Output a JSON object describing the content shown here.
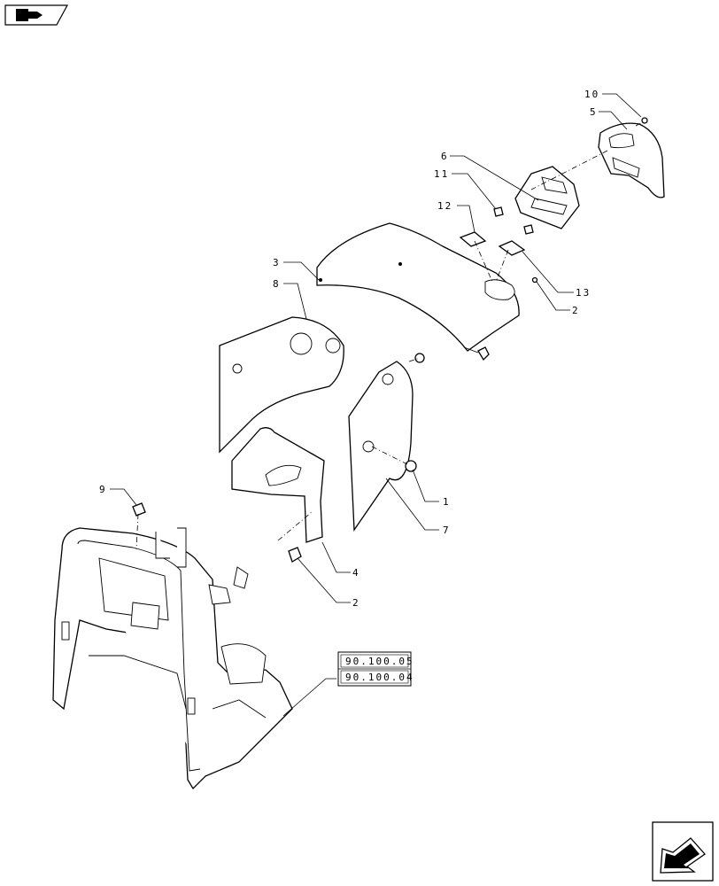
{
  "callouts": {
    "c10": "10",
    "c5": "5",
    "c6": "6",
    "c11": "11",
    "c12": "12",
    "c3": "3",
    "c13": "13",
    "c2a": "2",
    "c8": "8",
    "c1": "1",
    "c7": "7",
    "c9": "9",
    "c4": "4",
    "c2b": "2"
  },
  "references": {
    "ref1": "90.100.05",
    "ref2": "90.100.04"
  },
  "icons": {
    "top_left": "book-arrow-icon",
    "bottom_right": "next-page-arrow-icon"
  }
}
